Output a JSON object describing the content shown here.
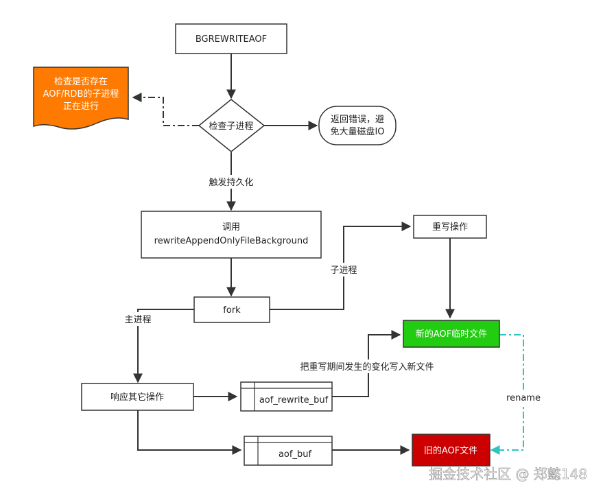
{
  "nodes": {
    "bgrewrite": "BGREWRITEAOF",
    "check_doc_line1": "检查是否存在",
    "check_doc_line2": "AOF/RDB的子进程",
    "check_doc_line3": "正在进行",
    "check_child": "检查子进程",
    "return_error_line1": "返回错误，避",
    "return_error_line2": "免大量磁盘IO",
    "call_line1": "调用",
    "call_line2": "rewriteAppendOnlyFileBackground",
    "fork": "fork",
    "rewrite_op": "重写操作",
    "new_aof": "新的AOF临时文件",
    "respond": "响应其它操作",
    "aof_rewrite_buf": "aof_rewrite_buf",
    "aof_buf": "aof_buf",
    "old_aof": "旧的AOF文件"
  },
  "edge_labels": {
    "trigger": "触发持久化",
    "child_process": "子进程",
    "main_process": "主进程",
    "write_changes": "把重写期间发生的变化写入新文件",
    "rename": "rename"
  },
  "colors": {
    "orange": "#ff7a00",
    "green": "#22cc11",
    "red": "#cc0000",
    "cyan": "#2ec4c4"
  },
  "watermark": "掘金技术社区 @ 郑懿148"
}
